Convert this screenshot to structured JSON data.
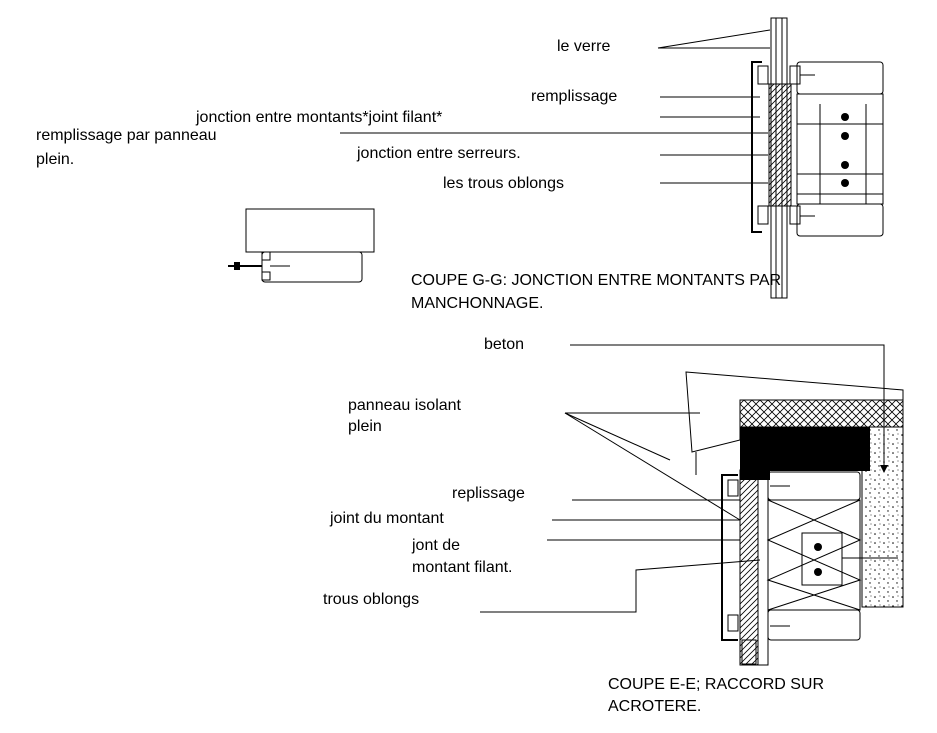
{
  "drawing": {
    "colors": {
      "ink": "#000000",
      "paper": "#ffffff",
      "dark_fill": "#000000",
      "concrete_fill": "#f2f2f2"
    },
    "section_g": {
      "title_line1": "COUPE G-G: JONCTION ENTRE MONTANTS PAR",
      "title_line2": "MANCHONNAGE.",
      "labels": {
        "le_verre": "le verre",
        "remplissage": "remplissage",
        "jonction_montants": "jonction entre montants*joint filant*",
        "remplissage_panneau_line1": "remplissage par panneau",
        "remplissage_panneau_line2": "plein.",
        "jonction_serreurs": "jonction entre serreurs.",
        "trous_oblongs": "les trous oblongs"
      }
    },
    "section_e": {
      "title_line1": "COUPE E-E; RACCORD SUR",
      "title_line2": "ACROTERE.",
      "labels": {
        "beton": "beton",
        "panneau_isolant_line1": "panneau isolant",
        "panneau_isolant_line2": "plein",
        "replissage": "replissage",
        "joint_montant": "joint du montant",
        "jont_de_line1": "jont de",
        "jont_de_line2": "montant filant.",
        "trous_oblongs": "trous oblongs"
      }
    }
  }
}
